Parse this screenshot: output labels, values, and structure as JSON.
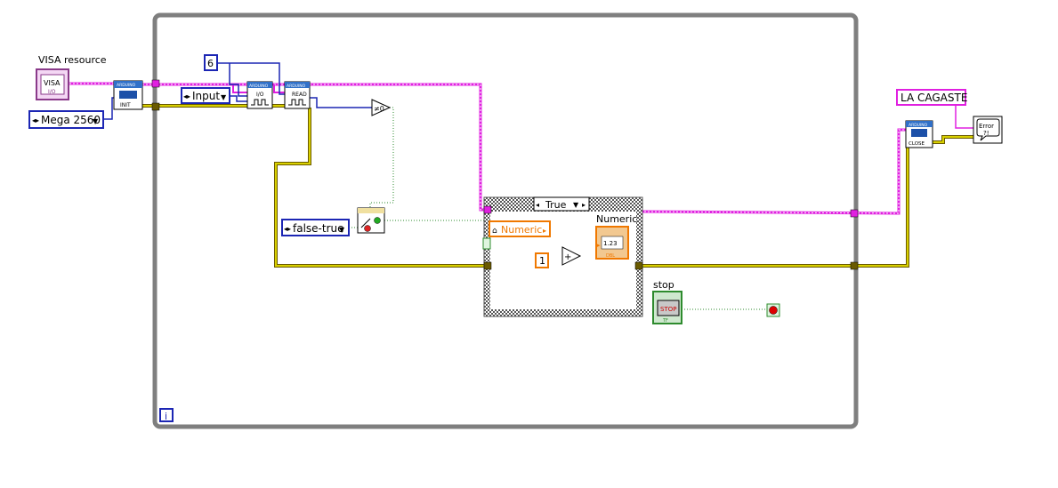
{
  "labels": {
    "visa_resource": "VISA resource",
    "stop": "stop",
    "numeric_indicator": "Numeric"
  },
  "controls": {
    "visa_icon_text": "VISA",
    "visa_io": "I/O",
    "board_type": "Mega 2560",
    "pin_mode": "Input",
    "pin_number": "6",
    "boolean_ring": "false-true",
    "stop_button_text": "STOP",
    "stop_tf": "TF"
  },
  "constants": {
    "error_message": "LA CAGASTE",
    "one": "1",
    "numeric_local": "Numeric",
    "case_selector": "True",
    "iteration": "i",
    "numeric_display": "1.23",
    "dbl": "DBL"
  },
  "subvis": {
    "init": "INIT",
    "io": "I/O",
    "read": "READ",
    "close": "CLOSE",
    "arduino_banner": "ARDUINO",
    "error": "Error",
    "error_q": "?!"
  },
  "colors": {
    "loop_frame": "#7f7f7f",
    "visa_wire": "#e020e0",
    "error_wire_yellow": "#d8d000",
    "error_wire_brown": "#6a5a00",
    "enum_blue": "#1c26b4",
    "numeric_orange": "#f07800",
    "boolean_green": "#2e8b2e",
    "visa_purple": "#8a3a8a"
  }
}
